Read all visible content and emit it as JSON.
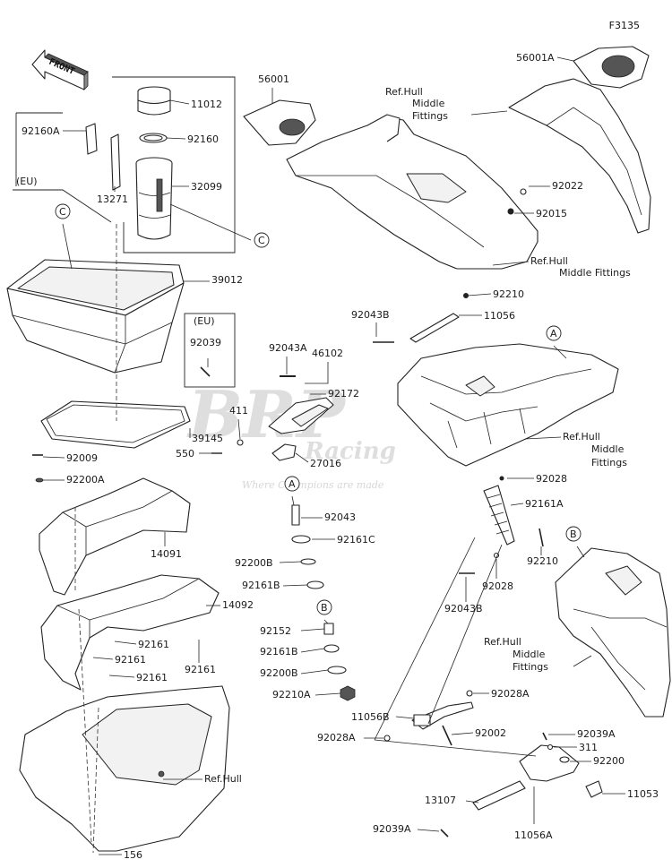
{
  "figure_code": "F3135",
  "front_label": "FRONT",
  "watermark": {
    "brand": "BRP",
    "sub": "Racing",
    "tagline": "Where Champions are made"
  },
  "callouts": [
    {
      "id": "c1",
      "text": "11012"
    },
    {
      "id": "c2",
      "text": "92160A"
    },
    {
      "id": "c3",
      "text": "92160"
    },
    {
      "id": "c4",
      "text": "13271"
    },
    {
      "id": "c5",
      "text": "32099"
    },
    {
      "id": "c6",
      "text": "(EU)"
    },
    {
      "id": "c7",
      "text": "C"
    },
    {
      "id": "c8",
      "text": "C"
    },
    {
      "id": "c9",
      "text": "39012"
    },
    {
      "id": "c10",
      "text": "(EU)"
    },
    {
      "id": "c11",
      "text": "92039"
    },
    {
      "id": "c12",
      "text": "39145"
    },
    {
      "id": "c13",
      "text": "92009"
    },
    {
      "id": "c14",
      "text": "92200A"
    },
    {
      "id": "c15",
      "text": "14091"
    },
    {
      "id": "c16",
      "text": "14092"
    },
    {
      "id": "c17",
      "text": "92161"
    },
    {
      "id": "c18",
      "text": "92161"
    },
    {
      "id": "c19",
      "text": "92161"
    },
    {
      "id": "c20",
      "text": "92161"
    },
    {
      "id": "c21",
      "text": "Ref.Hull"
    },
    {
      "id": "c22",
      "text": "156"
    },
    {
      "id": "c23",
      "text": "56001"
    },
    {
      "id": "c24",
      "text": "56001A"
    },
    {
      "id": "c25",
      "text": "Ref.Hull"
    },
    {
      "id": "c26",
      "text": "Middle"
    },
    {
      "id": "c27",
      "text": "Fittings"
    },
    {
      "id": "c28",
      "text": "92022"
    },
    {
      "id": "c29",
      "text": "92015"
    },
    {
      "id": "c30",
      "text": "Ref.Hull"
    },
    {
      "id": "c31",
      "text": "Middle Fittings"
    },
    {
      "id": "c32",
      "text": "92210"
    },
    {
      "id": "c33",
      "text": "92043B"
    },
    {
      "id": "c34",
      "text": "11056"
    },
    {
      "id": "c35",
      "text": "A"
    },
    {
      "id": "c36",
      "text": "92043A"
    },
    {
      "id": "c37",
      "text": "46102"
    },
    {
      "id": "c38",
      "text": "92172"
    },
    {
      "id": "c39",
      "text": "411"
    },
    {
      "id": "c40",
      "text": "550"
    },
    {
      "id": "c41",
      "text": "27016"
    },
    {
      "id": "c42",
      "text": "A"
    },
    {
      "id": "c43",
      "text": "92043"
    },
    {
      "id": "c44",
      "text": "92161C"
    },
    {
      "id": "c45",
      "text": "92200B"
    },
    {
      "id": "c46",
      "text": "92161B"
    },
    {
      "id": "c47",
      "text": "B"
    },
    {
      "id": "c48",
      "text": "92152"
    },
    {
      "id": "c49",
      "text": "92161B"
    },
    {
      "id": "c50",
      "text": "92200B"
    },
    {
      "id": "c51",
      "text": "92210A"
    },
    {
      "id": "c52",
      "text": "Ref.Hull"
    },
    {
      "id": "c53",
      "text": "Middle"
    },
    {
      "id": "c54",
      "text": "Fittings"
    },
    {
      "id": "c55",
      "text": "92028"
    },
    {
      "id": "c56",
      "text": "92161A"
    },
    {
      "id": "c57",
      "text": "92210"
    },
    {
      "id": "c58",
      "text": "92028"
    },
    {
      "id": "c59",
      "text": "92043B"
    },
    {
      "id": "c60",
      "text": "B"
    },
    {
      "id": "c61",
      "text": "Ref.Hull"
    },
    {
      "id": "c62",
      "text": "Middle"
    },
    {
      "id": "c63",
      "text": "Fittings"
    },
    {
      "id": "c64",
      "text": "92028A"
    },
    {
      "id": "c65",
      "text": "11056B"
    },
    {
      "id": "c66",
      "text": "92002"
    },
    {
      "id": "c67",
      "text": "92028A"
    },
    {
      "id": "c68",
      "text": "92039A"
    },
    {
      "id": "c69",
      "text": "311"
    },
    {
      "id": "c70",
      "text": "92200"
    },
    {
      "id": "c71",
      "text": "13107"
    },
    {
      "id": "c72",
      "text": "11053"
    },
    {
      "id": "c73",
      "text": "92039A"
    },
    {
      "id": "c74",
      "text": "11056A"
    }
  ]
}
